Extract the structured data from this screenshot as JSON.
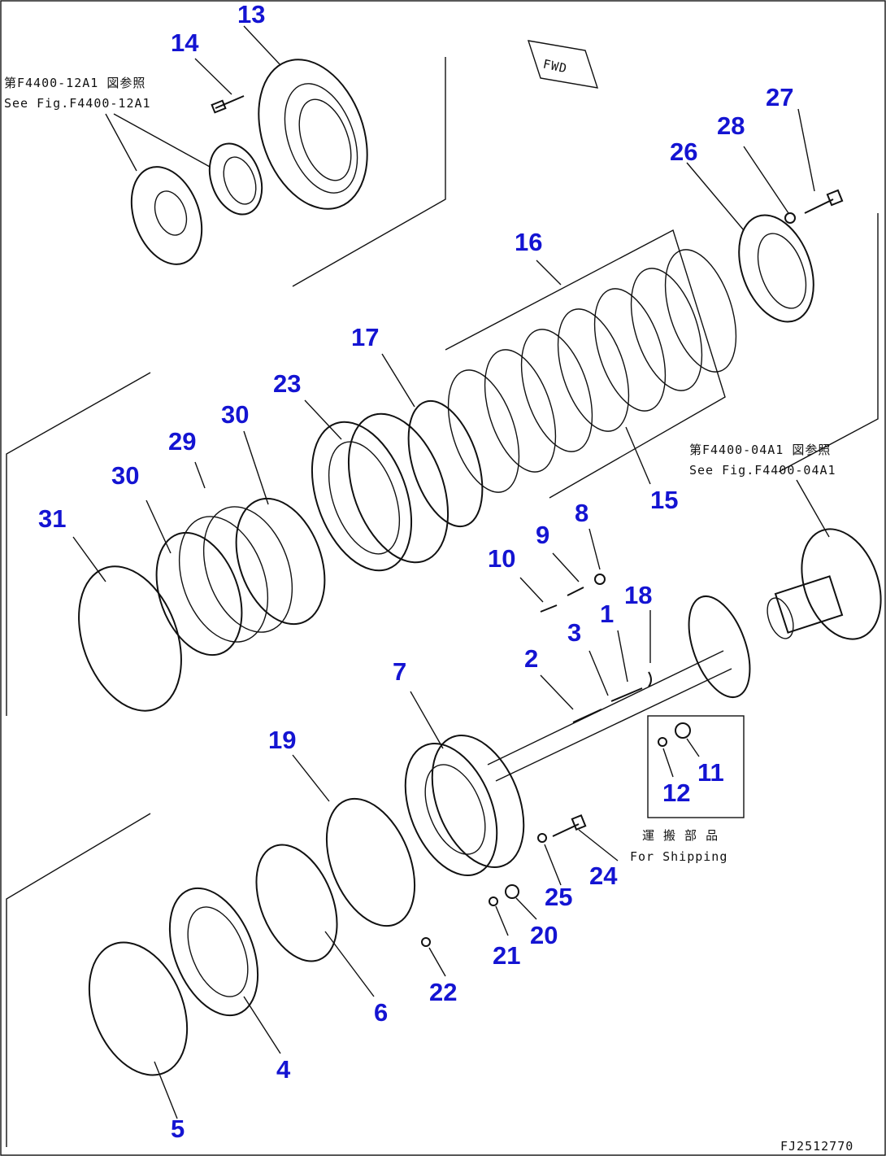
{
  "callouts": [
    "1",
    "2",
    "3",
    "4",
    "5",
    "6",
    "7",
    "8",
    "9",
    "10",
    "11",
    "12",
    "13",
    "14",
    "15",
    "16",
    "17",
    "18",
    "19",
    "20",
    "21",
    "22",
    "23",
    "24",
    "25",
    "26",
    "27",
    "28",
    "29",
    "30",
    "31"
  ],
  "notes": {
    "ref_top_jp": "第F4400-12A1 図参照",
    "ref_top_en": "See Fig.F4400-12A1",
    "ref_right_jp": "第F4400-04A1 図参照",
    "ref_right_en": "See Fig.F4400-04A1",
    "shipping_jp": "運 搬 部 品",
    "shipping_en": "For Shipping",
    "fwd": "FWD",
    "drawing_no": "FJ2512770"
  },
  "colors": {
    "callout": "#1414d2",
    "ink": "#111111"
  }
}
